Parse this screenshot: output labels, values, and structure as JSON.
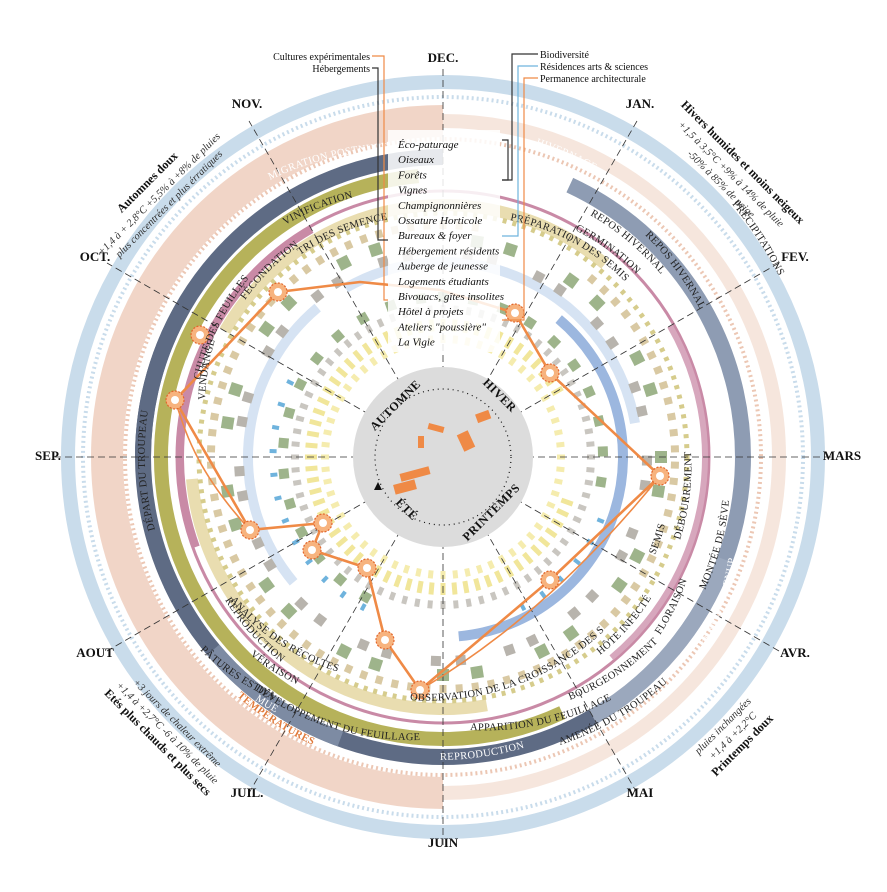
{
  "months": {
    "dec": "DEC.",
    "jan": "JAN.",
    "fev": "FEV.",
    "mars": "MARS",
    "avr": "AVR.",
    "mai": "MAI",
    "juin": "JUIN",
    "juil": "JUIL.",
    "aout": "AOUT",
    "sep": "SEP.",
    "oct": "OCT.",
    "nov": "NOV."
  },
  "seasons": {
    "automne": "AUTOMNE",
    "hiver": "HIVER",
    "ete": "ÉTÉ",
    "printemps": "PRINTEMPS"
  },
  "legend_left": [
    "Cultures expérimentales",
    "Hébergements"
  ],
  "legend_right": [
    "Biodiversité",
    "Résidences arts & sciences",
    "Permanence architecturale"
  ],
  "list": [
    "Éco-paturage",
    "Oiseaux",
    "Forêts",
    "Vignes",
    "Champignonnières",
    "Ossature Horticole",
    "Bureaux & foyer",
    "Hébergement résidents",
    "Auberge de jeunesse",
    "Logements étudiants",
    "Bivouacs, gîtes insolites",
    "Hôtel à projets",
    "Ateliers \"poussière\"",
    "La Vigie"
  ],
  "climate": {
    "autumn": {
      "title": "Automnes doux",
      "line1": "+1,4 à + 2,8°C   +5,5% à +8% de pluies",
      "line2": "plus concentrées et plus érratiques"
    },
    "winter": {
      "title": "Hivers humides et moins neigeux",
      "line1": "+1,5 à 3,5°C     +9% à 14% de pluie",
      "line2": "-50% à 85% de neige"
    },
    "summer": {
      "title": "Etés plus chauds et plus secs",
      "line1": "+1,4 à +2,7°C   -6 à 10% de pluie",
      "line2": "+3 jours de chaleur extrême"
    },
    "spring": {
      "title": "Printemps doux",
      "line1": "+1,4 à +2,2°C",
      "line2": "pluies inchangées"
    }
  },
  "ring_labels": {
    "precipitations": "PRÉCIPITATIONS",
    "temperatures": "TEMPÉRATURES",
    "hivernage": "HIVERNAGE",
    "migration_postnuptiale": "MIGRATION POSTNUPTIALE",
    "migration_prenuptiale": "MIGRATION PRENUPTIALE",
    "reproduction": "REPRODUCTION",
    "mue": "MUE",
    "depart_troupeau": "DÉPART DU TROUPEAU",
    "amenee_troupeau": "AMENÉE DU TROUPEAU",
    "paturages_estivales": "PÂTURES ESTIVALE",
    "developpement_feuillage": "DÉVELOPPEMENT DU FEUILLAGE",
    "apparition_feuillage": "APPARITION DU FEUILLAGE",
    "bourgeonnement": "BOURGEONNEMENT",
    "chute_feuilles": "CHUTE DES FEUILLES",
    "vinification": "VINIFICATION",
    "vendanges": "VENDANGES",
    "veraison": "VÉRAISON",
    "floraison": "FLORAISON",
    "debourrement": "DÉBOURREMENT",
    "repos_hivernal": "REPOS HIVERNAL",
    "repos_hivernal_2": "REPOS HIVERNAL",
    "montee_seve": "MONTÉE DE SÈVE",
    "fecondation": "FÉCONDATION",
    "germination": "GERMINATION",
    "reproduction_asexuee": "REPRODUCTION ASEXUÉE",
    "hote_infecte": "HÔTE INFECTÉ",
    "tri_semences": "TRI DES SEMENCES",
    "preparation_semis": "PRÉPARATION DES SEMIS",
    "semis": "SEMIS",
    "analyse_recoltes": "ANALYSE DES RÉCOLTES",
    "observation_croissance": "OBSERVATION DE LA CROISSANCE DES SUJETS"
  },
  "colors": {
    "precip": "#c9dceb",
    "temp": "#ecc7b4",
    "temp_label": "#e07b3c",
    "hivernage": "#8e9cb3",
    "migration_dark": "#5e6b84",
    "troupeau": "#b6b25a",
    "vigne": "#c98aa6",
    "cultures_light": "#e9ddb0",
    "seeds": "#d9c9a3",
    "blue_ring": "#9cb7df",
    "pale_blue": "#d6e3f3",
    "green_block": "#9eb48b",
    "grey_block": "#b8b4ad",
    "yellow": "#f1e69a",
    "cyan_block": "#6fb3dd",
    "orange_line": "#ef8a46",
    "center_grey": "#d9d9d9"
  }
}
